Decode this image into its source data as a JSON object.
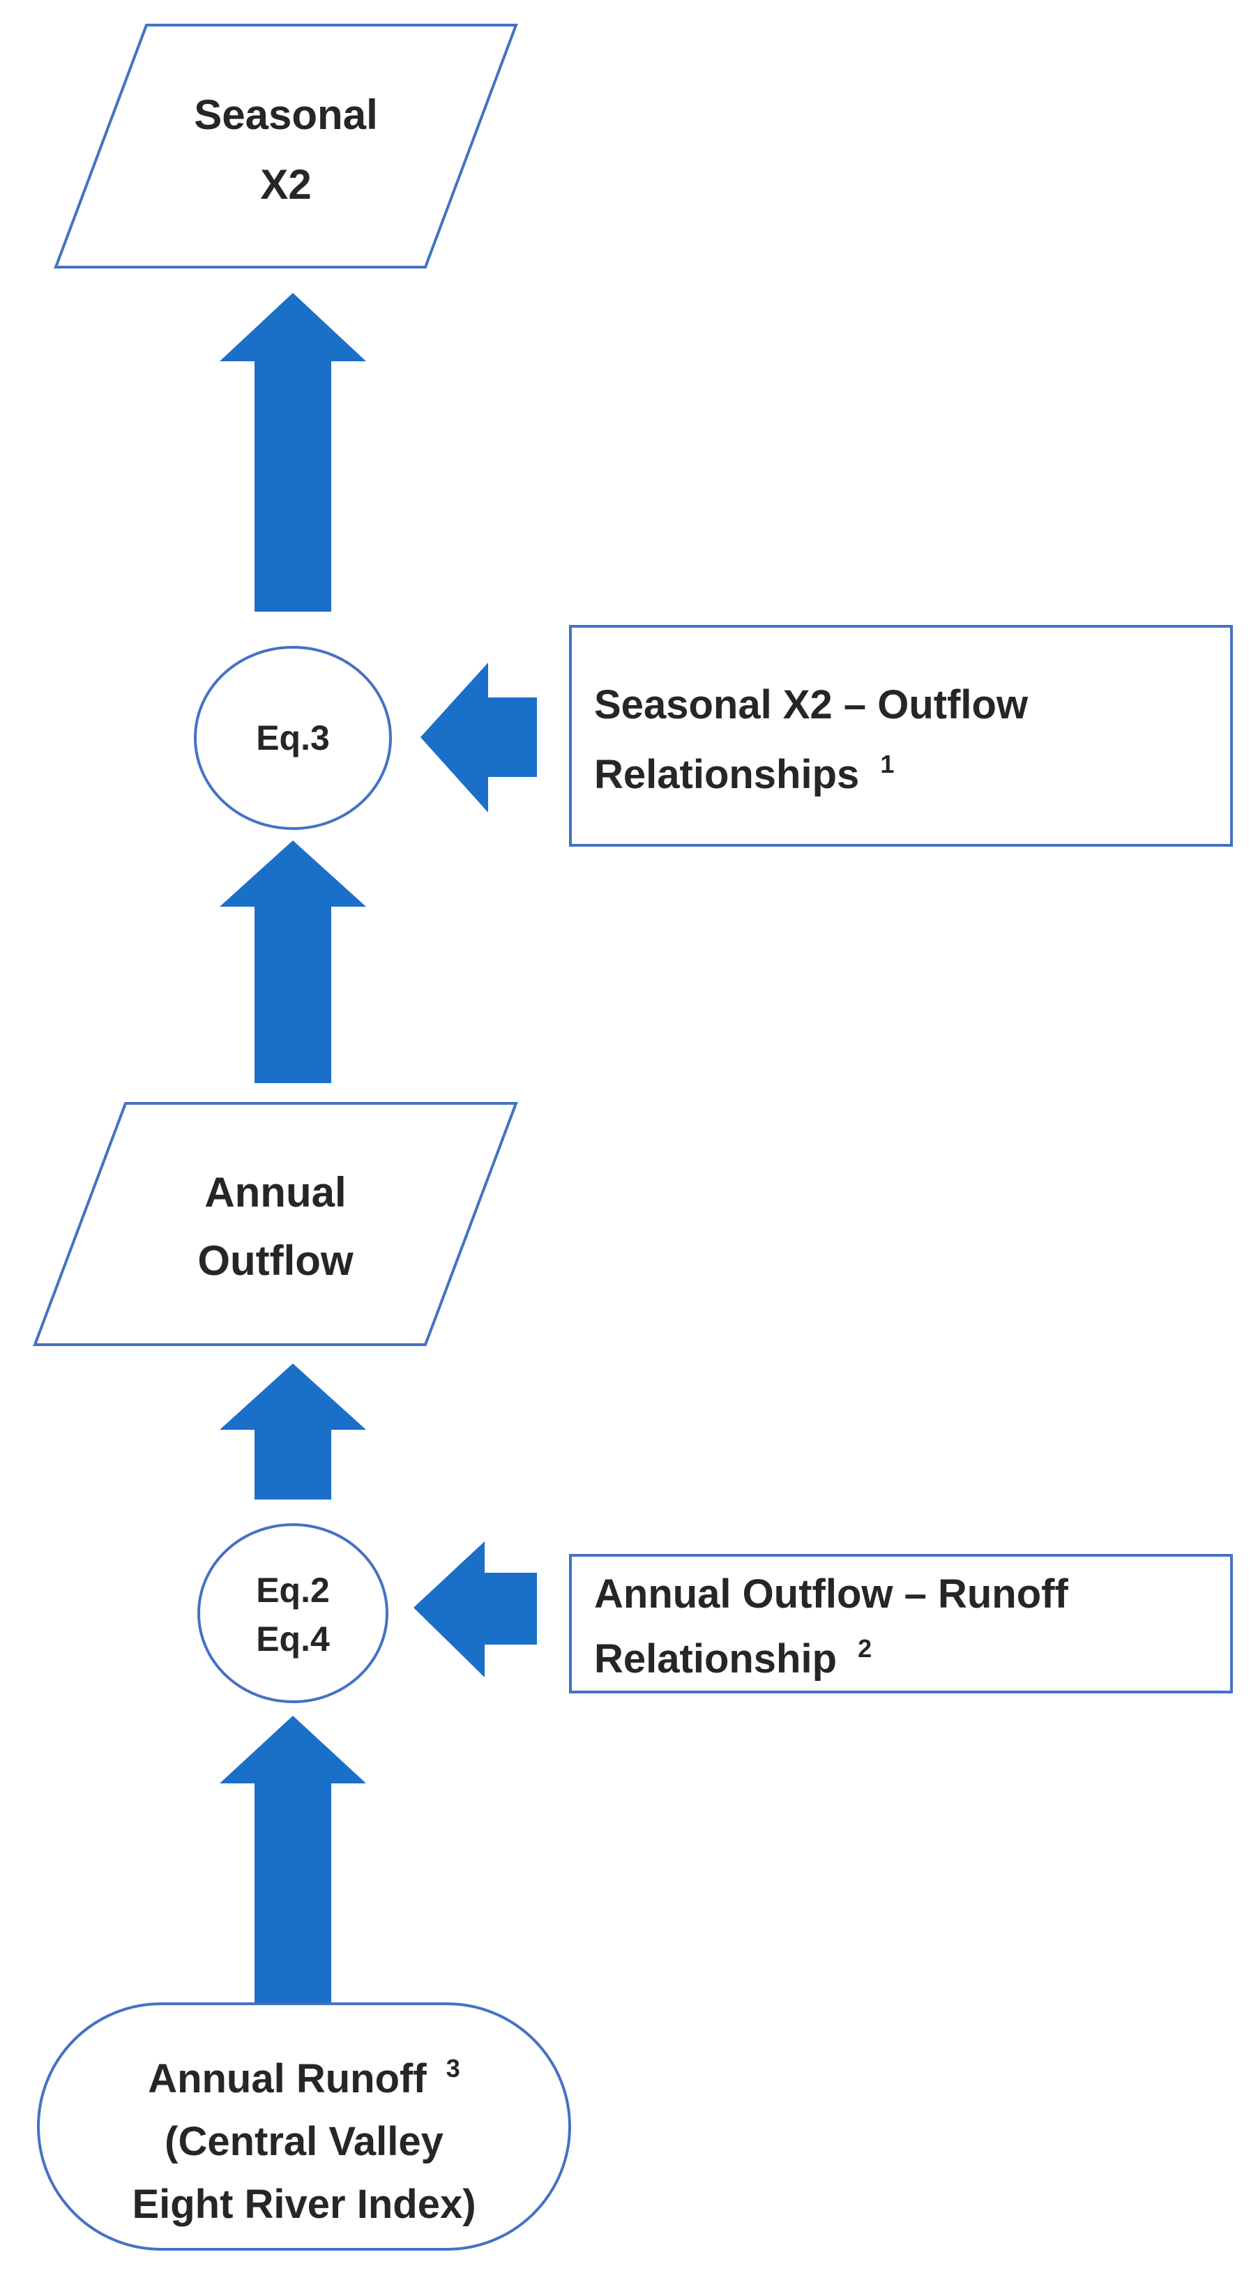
{
  "nodes": {
    "seasonal_x2": {
      "lines": [
        "Seasonal",
        "X2"
      ]
    },
    "eq3": {
      "lines": [
        "Eq.3"
      ]
    },
    "x2_outflow_relationships": {
      "line1": "Seasonal X2 – Outflow",
      "line2": "Relationships",
      "superscript": "1"
    },
    "annual_outflow": {
      "lines": [
        "Annual",
        "Outflow"
      ]
    },
    "eq2_eq4": {
      "lines": [
        "Eq.2",
        "Eq.4"
      ]
    },
    "outflow_runoff_relationship": {
      "line1": "Annual Outflow – Runoff",
      "line2": "Relationship",
      "superscript": "2"
    },
    "annual_runoff": {
      "line1": "Annual Runoff",
      "superscript": "3",
      "line2": "(Central Valley",
      "line3": "Eight River Index)"
    }
  },
  "colors": {
    "arrow": "#1a6fc9",
    "outline": "#4472c4",
    "text": "#262626"
  }
}
